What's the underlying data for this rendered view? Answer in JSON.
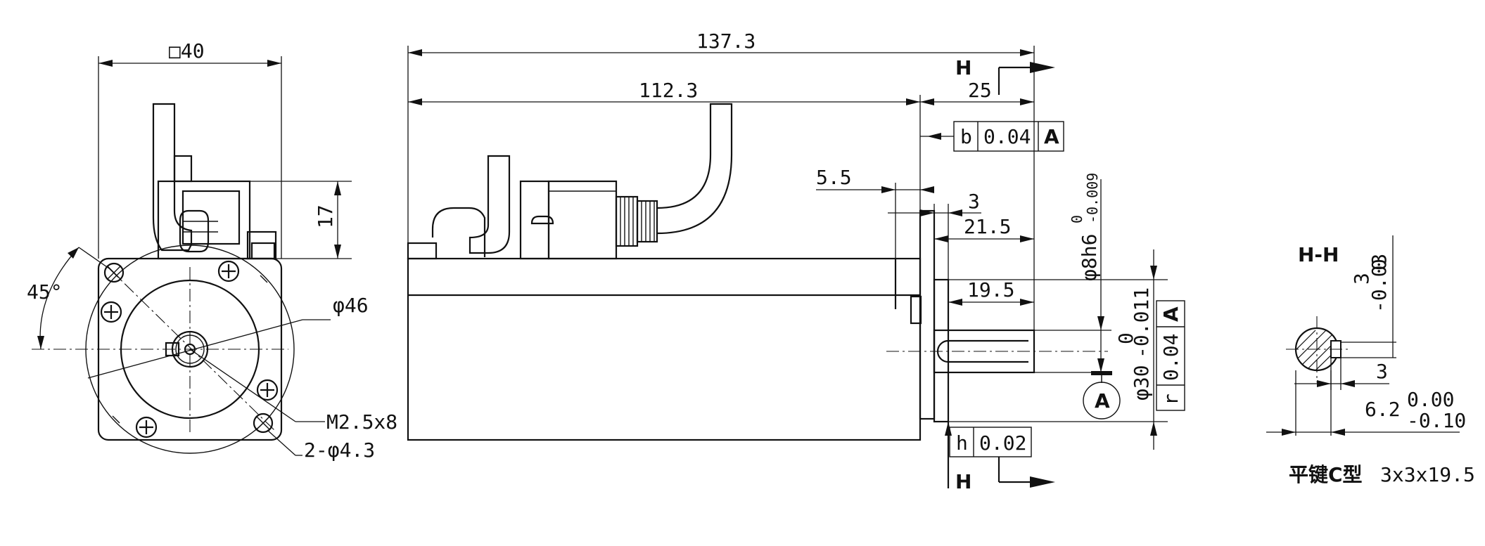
{
  "front_view": {
    "square_size": "□40",
    "cable_height": "17",
    "angle": "45°",
    "pilot_diameter": "φ46",
    "screw_spec": "M2.5x8",
    "holes": "2-φ4.3"
  },
  "side_view": {
    "overall_length": "137.3",
    "body_length": "112.3",
    "shaft_length": "25",
    "flange_thickness": "5.5",
    "boss_length": "3",
    "shaft_extension": "21.5",
    "key_length": "19.5",
    "shaft_diameter": "φ8h6",
    "shaft_tol_upper": "0",
    "shaft_tol_lower": "-0.009",
    "boss_diameter": "φ30",
    "boss_tol_upper": "0",
    "boss_tol_lower": "-0.011",
    "datum": "A",
    "section_mark": "H",
    "fcf_perp": {
      "symbol": "b",
      "value": "0.04",
      "datum": "A"
    },
    "fcf_runout": {
      "symbol": "r",
      "value": "0.04",
      "datum": "A"
    },
    "fcf_flat": {
      "symbol": "h",
      "value": "0.02"
    }
  },
  "section_view": {
    "title": "H-H",
    "key_width": "3",
    "key_width_tol_upper": "0",
    "key_width_tol_lower": "-0.03",
    "key_height": "3",
    "key_depth": "6.2",
    "key_depth_tol_upper": "0.00",
    "key_depth_tol_lower": "-0.10",
    "key_spec_label": "平键C型",
    "key_spec_value": "3x3x19.5"
  },
  "icons": [
    "phillips-screw-icon",
    "mounting-hole-icon",
    "datum-triangle-icon"
  ]
}
